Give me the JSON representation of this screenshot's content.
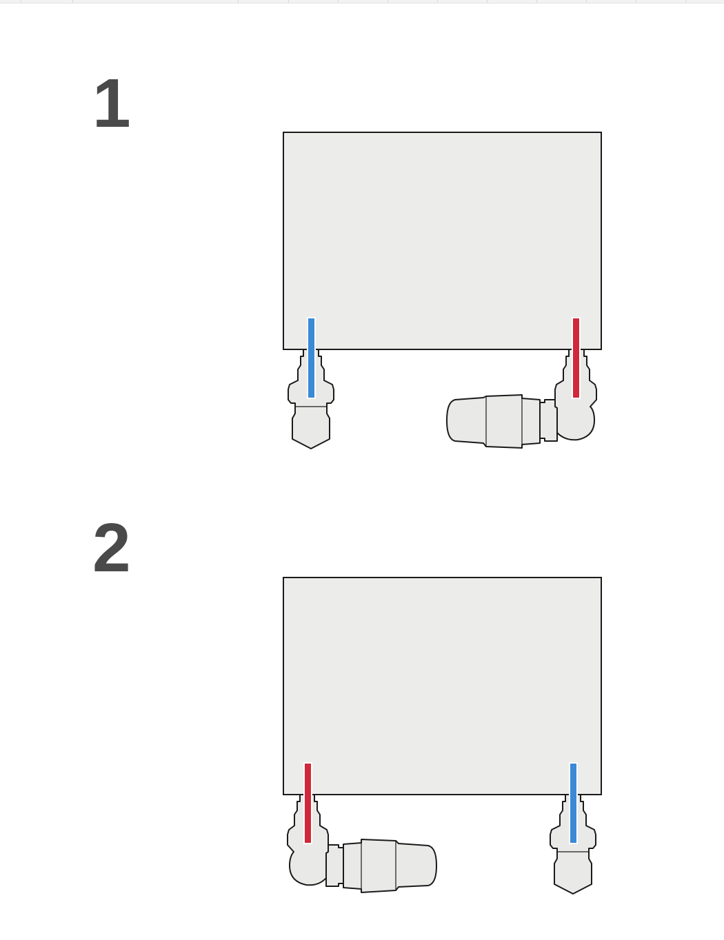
{
  "colors": {
    "page_background": "#ffffff",
    "panel_fill": "#ececeb",
    "outline": "#1a1a1a",
    "step_number": "#4a4a4a",
    "cold_pipe": "#3a8ad6",
    "hot_pipe": "#d0283a",
    "valve_fill": "#e9e9e8"
  },
  "steps": [
    {
      "label": "1",
      "left_connection": {
        "pipe": "cold",
        "valve": "straight-lockshield"
      },
      "right_connection": {
        "pipe": "hot",
        "valve": "angled-thermostatic",
        "head_direction": "left"
      }
    },
    {
      "label": "2",
      "left_connection": {
        "pipe": "hot",
        "valve": "angled-thermostatic",
        "head_direction": "right"
      },
      "right_connection": {
        "pipe": "cold",
        "valve": "straight-lockshield"
      }
    }
  ]
}
